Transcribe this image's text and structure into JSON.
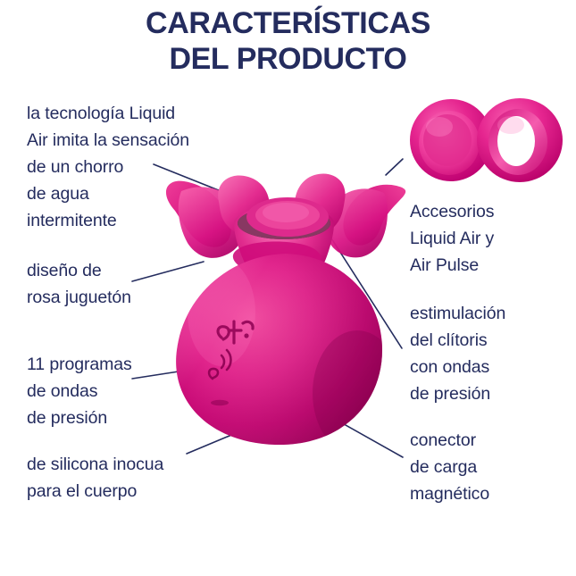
{
  "title": {
    "line1": "CARACTERÍSTICAS",
    "line2": "DEL PRODUCTO"
  },
  "colors": {
    "text_navy": "#242c5e",
    "background": "#ffffff",
    "product_pink_light": "#f0389b",
    "product_pink": "#e0218a",
    "product_pink_dark": "#b3006b",
    "product_pink_deep": "#8e0052",
    "leader_line": "#242c5e"
  },
  "callouts": {
    "left": [
      {
        "id": "technology",
        "name": "liquid-air-technology",
        "text": "la tecnología Liquid\nAir imita la sensación\nde un chorro\nde agua\nintermitente"
      },
      {
        "id": "design",
        "name": "playful-rose-design",
        "text": "diseño de\nrosa juguetón"
      },
      {
        "id": "programs",
        "name": "pressure-wave-programs",
        "text": "11 programas\nde ondas\nde presión"
      },
      {
        "id": "silicone",
        "name": "body-safe-silicone",
        "text": "de silicona inocua\npara el cuerpo"
      }
    ],
    "right": [
      {
        "id": "accessories",
        "name": "liquid-air-accessories",
        "text": "Accesorios\nLiquid Air y\nAir Pulse"
      },
      {
        "id": "clitoris",
        "name": "clitoral-stimulation",
        "text": "estimulación\ndel clítoris\ncon ondas\nde presión"
      },
      {
        "id": "connector",
        "name": "magnetic-charging-connector",
        "text": "conector\nde carga\nmagnético"
      }
    ]
  },
  "product": {
    "name": "rose-shaped-pressure-wave-device",
    "brand_mark": "satisfyer-logo",
    "button_icon": "pressure-wave-button-icon",
    "accessory_caps": [
      {
        "name": "accessory-cap-closed",
        "type": "air-pulse-cap"
      },
      {
        "name": "accessory-cap-ring",
        "type": "liquid-air-ring"
      }
    ]
  }
}
